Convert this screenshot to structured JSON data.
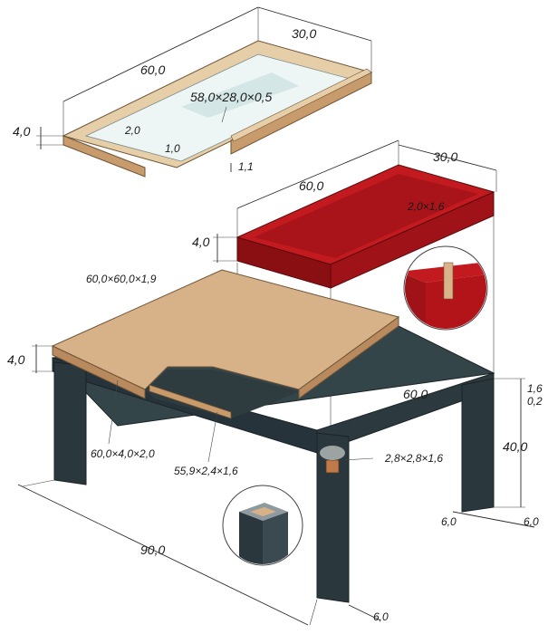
{
  "colors": {
    "wood": "#d9b48a",
    "wood_dark": "#b88a5e",
    "steel": "#2e3b3f",
    "steel_dark": "#1f2a2d",
    "red": "#b3141a",
    "red_dark": "#7e0c10",
    "glass": "#e8f2f2"
  },
  "labels": {
    "frame_width": "30,0",
    "frame_length": "60,0",
    "glass_dims": "58,0×28,0×0,5",
    "frame_height": "4,0",
    "frame_lip": "2,0",
    "glass_gap": "1,0",
    "frame_rebate": "1,1",
    "tray_width": "30,0",
    "tray_length": "60,0",
    "tray_inner": "2,0×1,6",
    "tray_height": "4,0",
    "top_dims": "60,0×60,0×1,9",
    "top_height": "4,0",
    "base_width": "60,0",
    "base_d1": "1,6",
    "base_d2": "0,2",
    "apron_dims": "60,0×4,0×2,0",
    "strip_dims": "55,9×2,4×1,6",
    "leg_dims": "2,8×2,8×1,6",
    "leg_height": "40,0",
    "leg_w1": "6,0",
    "leg_w2": "6,0",
    "leg_front": "6,0",
    "table_length": "90,0"
  }
}
